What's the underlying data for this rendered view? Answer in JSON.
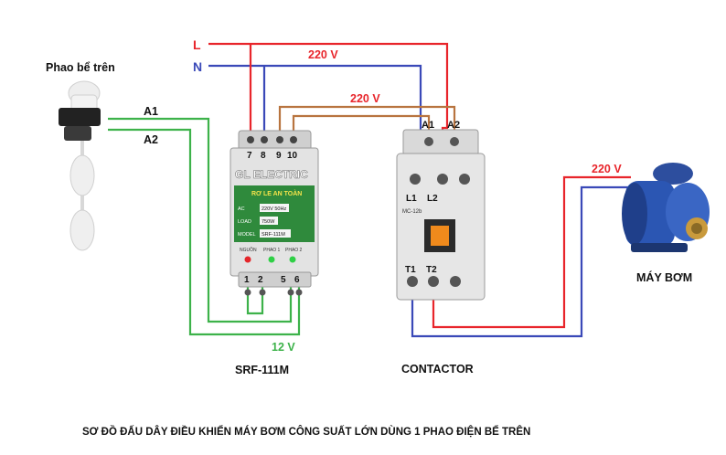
{
  "title": "SƠ ĐỒ ĐẤU DÂY ĐIỀU KHIỂN MÁY BƠM CÔNG SUẤT LỚN DÙNG 1 PHAO ĐIỆN BỂ TRÊN",
  "lines": {
    "live": "L",
    "neutral": "N"
  },
  "float_switch": {
    "label": "Phao bể trên",
    "wire_a1": "A1",
    "wire_a2": "A2"
  },
  "voltages": {
    "supply": "220 V",
    "coil": "220 V",
    "pump": "220 V",
    "sensor": "12 V"
  },
  "relay": {
    "model": "SRF-111M",
    "brand": "GL ELECTRIC",
    "subtitle": "RƠ LE AN TOÀN",
    "row1_label": "AC",
    "row1_value": "220V 50Hz",
    "row2_label": "LOAD",
    "row2_value": "750W",
    "row3_label": "MODEL",
    "row3_value": "SRF-111M",
    "leds": [
      "NGUỒN",
      "PHAO 1",
      "PHAO 2"
    ],
    "top_terminals": [
      "7",
      "8",
      "9",
      "10"
    ],
    "bottom_terminals": [
      "1",
      "2",
      "5",
      "6"
    ]
  },
  "contactor": {
    "label": "CONTACTOR",
    "coil_terminals": [
      "A1",
      "A2"
    ],
    "line_terminals": [
      "L1",
      "L2"
    ],
    "load_terminals": [
      "T1",
      "T2"
    ],
    "model": "MC-12b"
  },
  "pump": {
    "label": "MÁY BƠM"
  },
  "colors": {
    "live": "#e8252b",
    "neutral": "#3a49b8",
    "coil_wire": "#b8743f",
    "sensor_wire": "#3db24a",
    "relay_band": "#2f8a3c",
    "text": "#111111"
  }
}
